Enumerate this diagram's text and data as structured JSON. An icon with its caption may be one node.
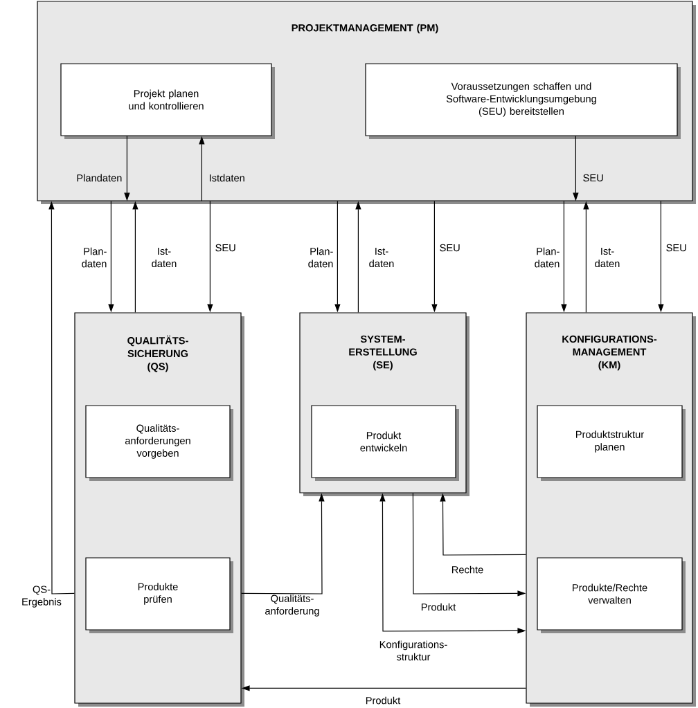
{
  "diagram": {
    "nodes": [
      {
        "text": [
          "PROJEKTMANAGEMENT (PM)"
        ]
      },
      {
        "text": [
          "Projekt planen und kontrollieren"
        ],
        "in": 0
      },
      {
        "text": [
          "Voraussetzungen schaffen und Software-Entwicklungsumgebung (SEU) bereitstellen"
        ],
        "in": 0
      },
      {
        "text": [
          "QUALITÄTS- SICHERUNG (QS)"
        ]
      },
      {
        "text": [
          "Qualitäts- anforderungen vorgeben"
        ],
        "in": 3
      },
      {
        "text": [
          "Produkte prüfen"
        ],
        "in": 3
      },
      {
        "text": [
          "SYSTEM- ERSTELLUNG (SE)"
        ]
      },
      {
        "text": [
          "Produkt entwickeln"
        ],
        "in": 6
      },
      {
        "text": [
          "KONFIGURATIONS- MANAGEMENT (KM)"
        ]
      },
      {
        "text": [
          "Produktstruktur planen"
        ],
        "in": 8
      },
      {
        "text": [
          "Produkte/Rechte verwalten"
        ],
        "in": 8
      }
    ],
    "edges": [
      {
        "from": 1,
        "to": 0,
        "arrow": "to",
        "label": "Plandaten"
      },
      {
        "from": 0,
        "to": 1,
        "arrow": "to",
        "label": "Istdaten"
      },
      {
        "from": 2,
        "to": 0,
        "arrow": "to",
        "label": "SEU"
      },
      {
        "from": 0,
        "to": 3,
        "arrow": "to",
        "label": "Plan- daten"
      },
      {
        "from": 3,
        "to": 0,
        "arrow": "to",
        "label": "Ist- daten"
      },
      {
        "from": 0,
        "to": 3,
        "arrow": "to",
        "label": "SEU"
      },
      {
        "from": 0,
        "to": 6,
        "arrow": "to",
        "label": "Plan- daten"
      },
      {
        "from": 6,
        "to": 0,
        "arrow": "to",
        "label": "Ist- daten"
      },
      {
        "from": 0,
        "to": 6,
        "arrow": "to",
        "label": "SEU"
      },
      {
        "from": 0,
        "to": 8,
        "arrow": "to",
        "label": "Plan- daten"
      },
      {
        "from": 8,
        "to": 0,
        "arrow": "to",
        "label": "Ist- daten"
      },
      {
        "from": 0,
        "to": 8,
        "arrow": "to",
        "label": "SEU"
      },
      {
        "from": 3,
        "to": 0,
        "arrow": "to",
        "label": "QS- Ergebnis"
      },
      {
        "from": 3,
        "to": 6,
        "arrow": "to",
        "label": "Qualitäts- anforderung"
      },
      {
        "from": 8,
        "to": 6,
        "arrow": "to",
        "label": "Rechte"
      },
      {
        "from": 6,
        "to": 8,
        "arrow": "to",
        "label": "Produkt"
      },
      {
        "from": 6,
        "to": 8,
        "arrow": "both",
        "label": "Konfigurations- struktur"
      },
      {
        "from": 8,
        "to": 3,
        "arrow": "to",
        "label": "Produkt"
      }
    ]
  }
}
